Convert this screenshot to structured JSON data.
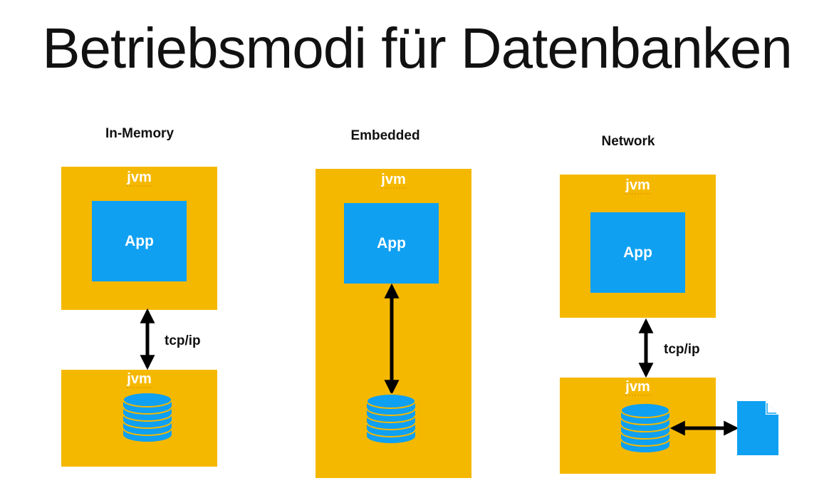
{
  "title": "Betriebsmodi für Datenbanken",
  "colors": {
    "jvm": "#F5B800",
    "app": "#0FA0F2",
    "db_lines": "#F5B800",
    "arrow": "#000000"
  },
  "modes": [
    {
      "label": "In-Memory",
      "outer_jvm": "jvm",
      "app": "App",
      "link": "tcp/ip",
      "inner_jvm": "jvm",
      "storage_icon": "database-icon"
    },
    {
      "label": "Embedded",
      "jvm": "jvm",
      "app": "App",
      "storage_icon": "database-icon"
    },
    {
      "label": "Network",
      "outer_jvm": "jvm",
      "app": "App",
      "link": "tcp/ip",
      "inner_jvm": "jvm",
      "storage_icon": "database-icon",
      "file_icon": "document-file-icon"
    }
  ]
}
